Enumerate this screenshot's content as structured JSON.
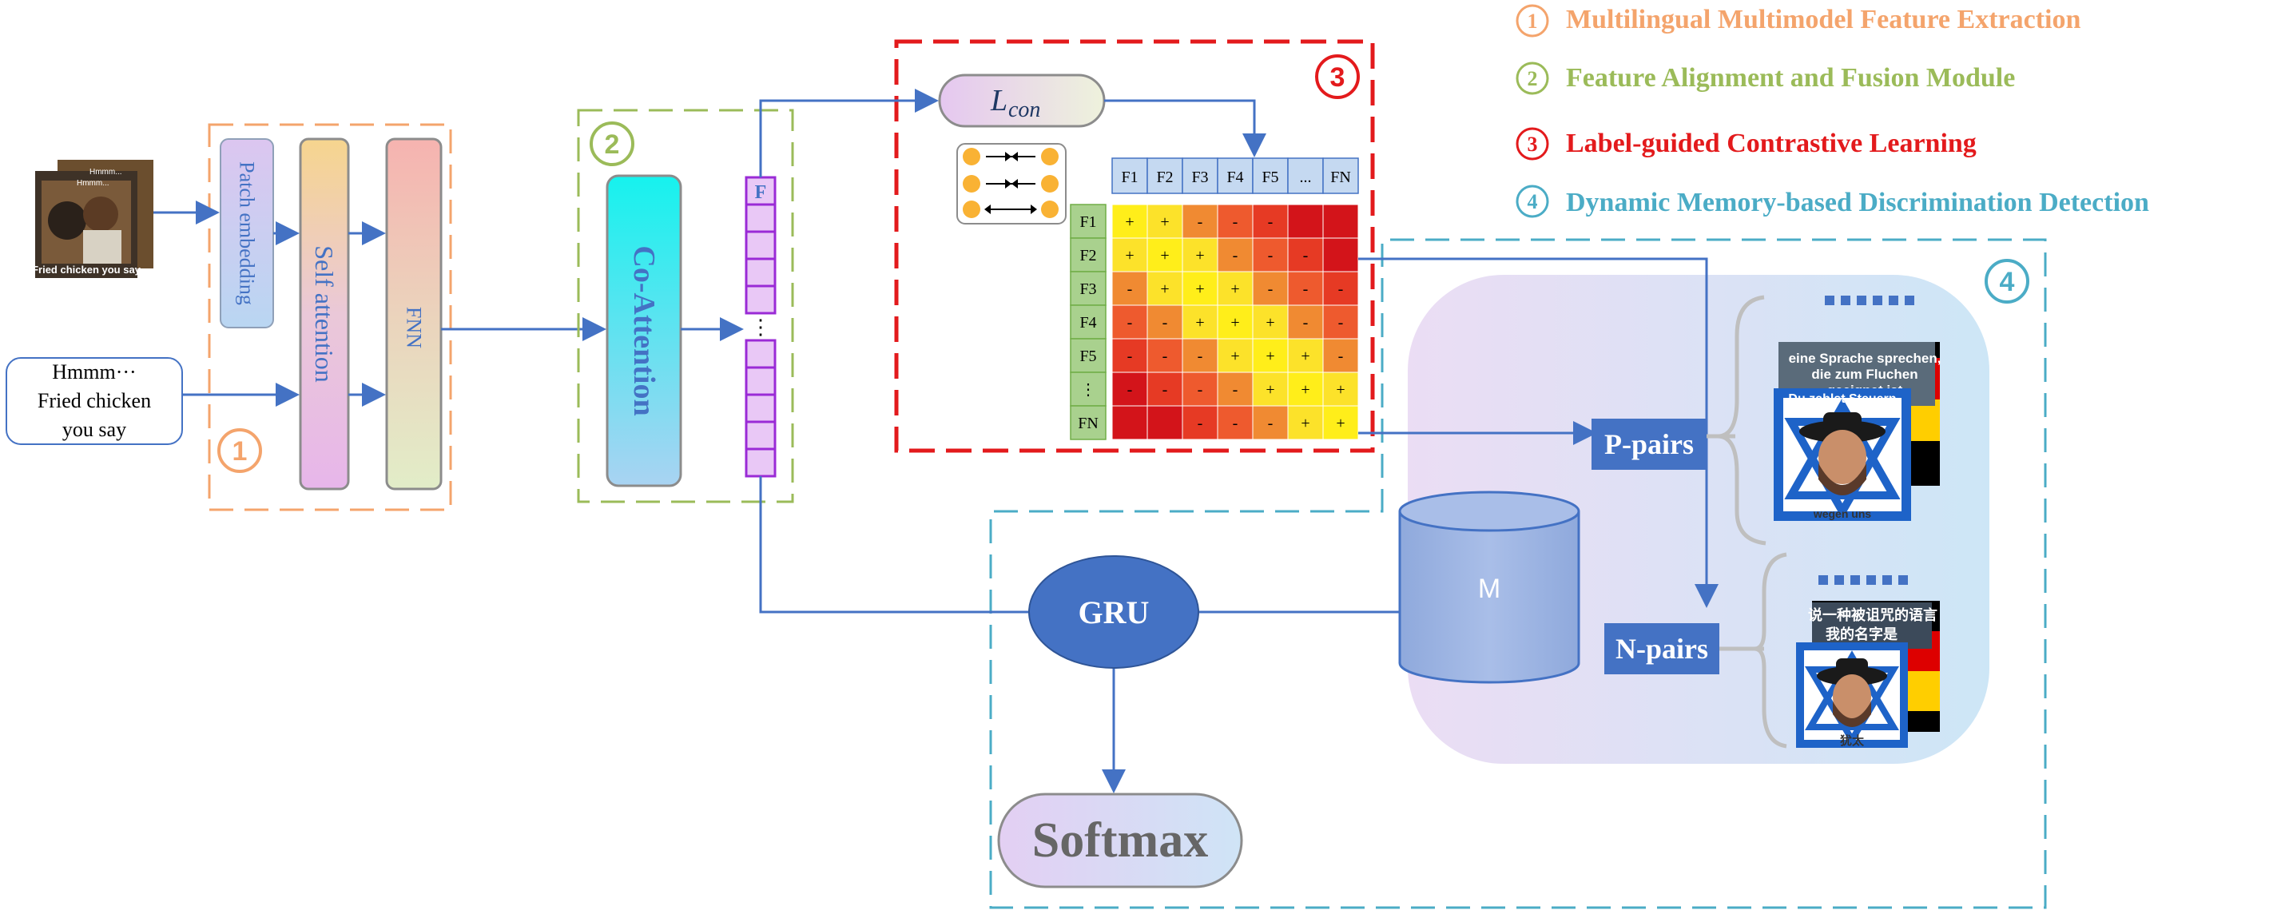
{
  "legend": [
    {
      "num": "1",
      "label": "Multilingual Multimodel Feature Extraction",
      "color": "#F4A46C"
    },
    {
      "num": "2",
      "label": "Feature Alignment and Fusion Module",
      "color": "#9BBB59"
    },
    {
      "num": "3",
      "label": "Label-guided Contrastive Learning",
      "color": "#E31A1C"
    },
    {
      "num": "4",
      "label": "Dynamic Memory-based Discrimination Detection",
      "color": "#4BACC6"
    }
  ],
  "module1": {
    "badge": "1",
    "image_text": {
      "top1": "Hmmm...",
      "top2": "Hmmm...",
      "bottom": "Fried chicken you say"
    },
    "text_input": [
      "Hmmm···",
      "Fried chicken",
      "you say"
    ],
    "patch_embedding": "Patch embedding",
    "self_attention": "Self attention",
    "fnn": "FNN"
  },
  "module2": {
    "badge": "2",
    "co_attention": "Co-Attention",
    "feature": "F",
    "ellipsis": "⋮"
  },
  "module3": {
    "badge": "3",
    "loss": "L",
    "loss_sub": "con",
    "col_headers": [
      "F1",
      "F2",
      "F3",
      "F4",
      "F5",
      "...",
      "FN"
    ],
    "row_headers": [
      "F1",
      "F2",
      "F3",
      "F4",
      "F5",
      "⋮",
      "FN"
    ],
    "matrix": [
      [
        "+",
        "+",
        "-",
        "-",
        "-",
        "",
        ""
      ],
      [
        "+",
        "+",
        "+",
        "-",
        "-",
        "-",
        ""
      ],
      [
        "-",
        "+",
        "+",
        "+",
        "-",
        "-",
        "-"
      ],
      [
        "-",
        "-",
        "+",
        "+",
        "+",
        "-",
        "-"
      ],
      [
        "-",
        "-",
        "-",
        "+",
        "+",
        "+",
        "-"
      ],
      [
        "-",
        "-",
        "-",
        "-",
        "+",
        "+",
        "+"
      ],
      [
        "",
        "",
        "-",
        "-",
        "-",
        "+",
        "+"
      ]
    ]
  },
  "module4": {
    "badge": "4",
    "gru": "GRU",
    "memory": "M",
    "softmax": "Softmax",
    "p_pairs": "P-pairs",
    "n_pairs": "N-pairs",
    "p_meme_text": {
      "line1": "eine Sprache sprechen,",
      "line2": "die zum Fluchen",
      "line3": "geeignet ist",
      "mid": "Du zahlst Steuern",
      "bottom": "wegen uns"
    },
    "n_meme_text": {
      "line1": "说一种被诅咒的语言",
      "line2": "我的名字是",
      "bottom": "犹太"
    }
  }
}
